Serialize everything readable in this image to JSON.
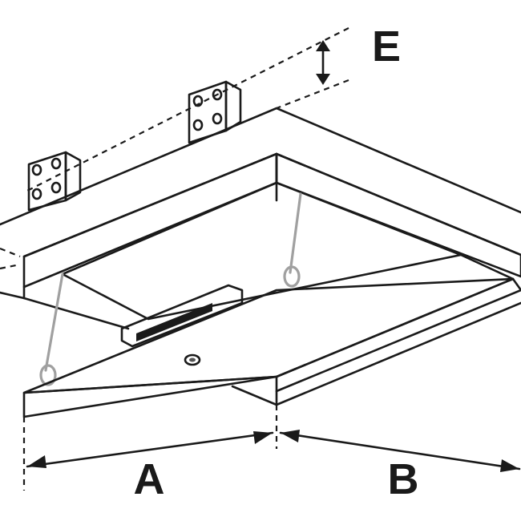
{
  "labels": {
    "a": "A",
    "b": "B",
    "e": "E"
  },
  "colors": {
    "line": "#1a1a1a",
    "panel_fill": "#cccccc",
    "cable": "#a0a0a0",
    "background": "#ffffff"
  },
  "icons": [
    "mounting-bracket-icon",
    "latch-handle-icon",
    "key-lock-icon",
    "dimension-arrow-icon"
  ]
}
